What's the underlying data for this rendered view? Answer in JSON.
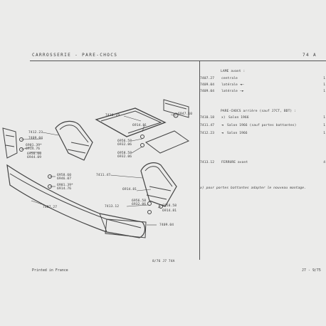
{
  "header": {
    "title": "CARROSSERIE - PARE-CHOCS",
    "page_ref": "74 A"
  },
  "parts": {
    "section_lame": "LAME avant :",
    "section_parechocs": "PARE-CHOCS arrière (sauf J7CT, BDT) :",
    "rows": [
      {
        "num": "7407.27",
        "desc": "centrale",
        "qty": "1"
      },
      {
        "num": "7409.04",
        "desc": "latérale",
        "qty": "1"
      },
      {
        "num": "7409.04",
        "desc": "latérale",
        "qty": "1"
      },
      {
        "num": "7410.18",
        "desc": "Salon 1966",
        "qty": "1"
      },
      {
        "num": "7411.47",
        "desc": "Salon 1966 (sauf portes battantes)",
        "qty": "1"
      },
      {
        "num": "7412.23",
        "desc": "Salon 1966",
        "qty": "1"
      },
      {
        "num": "7413.12",
        "desc": "FERRURE avant",
        "qty": "4"
      }
    ],
    "note": "x) pour portes battantes adapter le nouveau montage."
  },
  "diagram_labels": {
    "l7410_19": "7410.19",
    "l6947_10": "6947.10",
    "l6914_81a": "6914.81",
    "l7412_23": "7412.23",
    "l7409_04a": "7409.04",
    "l6901_39a": "6901.39*",
    "l6914_76a": "6914.76",
    "l6956_60a": "6956.60",
    "l6944_09": "6944.09",
    "l6956_58a": "6956.58",
    "l6932_06a": "6932.06",
    "l6958_58b": "6958.58",
    "l6932_06b": "6932.06",
    "l7411_47": "7411.47",
    "l6958_60": "6958.60",
    "l6946_07": "6946.07",
    "l6901_39b": "6901.39*",
    "l6914_76b": "6914.76",
    "l6914_81b": "6914.81",
    "l7407_27": "7407.27",
    "l7413_12": "7413.12",
    "l6956_58c": "6956.58",
    "l6932_06c": "6932.06",
    "l6958_58d": "6958.58",
    "l6914_81c": "6914.81",
    "l7409_04b": "7409.04",
    "ref_code": "8/76 J7 74A"
  },
  "footer": {
    "printed": "Printed in France",
    "page": "J7 - 9/75"
  }
}
